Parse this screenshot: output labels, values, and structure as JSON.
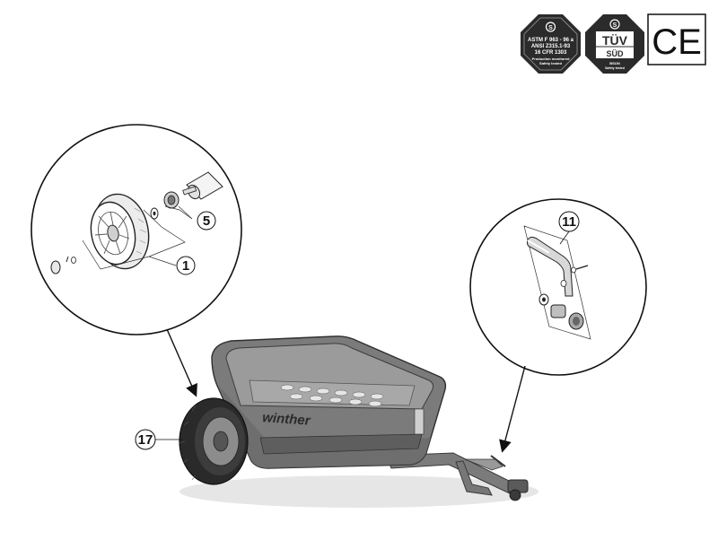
{
  "certifications": {
    "astm": {
      "top_symbol": "S",
      "line1": "ASTM F 963 - 96 a",
      "line2": "ANSI Z315.1-93",
      "line3": "16 CFR 1303",
      "line4": "Production monitored",
      "line5": "Safety tested"
    },
    "tuv": {
      "top_symbol": "S",
      "main": "TÜV",
      "sub": "SÜD",
      "small1": "BSON",
      "small2": "Safety tested"
    },
    "ce": {
      "mark": "CE"
    }
  },
  "product": {
    "brand": "winther"
  },
  "callouts": {
    "c5": "5",
    "c1": "1",
    "c11": "11",
    "c17": "17"
  },
  "colors": {
    "trailer_body": "#7b7b7b",
    "trailer_dark": "#4d4d4d",
    "trailer_light": "#a3a3a3",
    "badge_dark": "#2b2b2b",
    "line": "#222222"
  }
}
